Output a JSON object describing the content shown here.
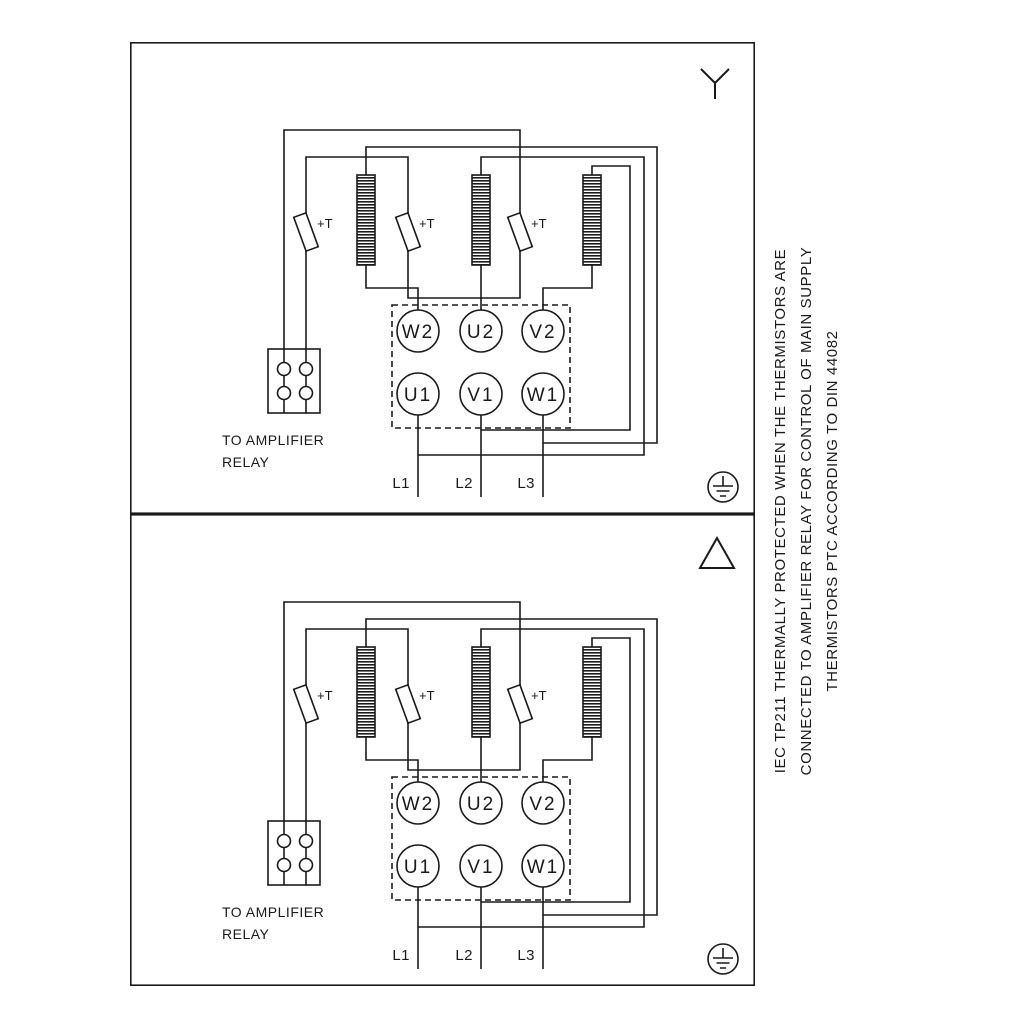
{
  "page": {
    "background": "#ffffff",
    "line_color": "#1a1a1a"
  },
  "side_note": {
    "line1": "IEC TP211 THERMALLY PROTECTED WHEN THE THERMISTORS ARE",
    "line2": "CONNECTED TO AMPLIFIER RELAY FOR CONTROL OF MAIN SUPPLY",
    "line3": "THERMISTORS PTC ACCORDING TO DIN 44082"
  },
  "panels": [
    {
      "connection": "star",
      "connection_icon": "star-connection-icon",
      "relay_label_line1": "TO AMPLIFIER",
      "relay_label_line2": "RELAY",
      "thermistor_label": "+T",
      "terminals_top": [
        "W2",
        "U2",
        "V2"
      ],
      "terminals_bottom": [
        "U1",
        "V1",
        "W1"
      ],
      "supply_lines": [
        "L1",
        "L2",
        "L3"
      ]
    },
    {
      "connection": "delta",
      "connection_icon": "delta-connection-icon",
      "relay_label_line1": "TO AMPLIFIER",
      "relay_label_line2": "RELAY",
      "thermistor_label": "+T",
      "terminals_top": [
        "W2",
        "U2",
        "V2"
      ],
      "terminals_bottom": [
        "U1",
        "V1",
        "W1"
      ],
      "supply_lines": [
        "L1",
        "L2",
        "L3"
      ]
    }
  ]
}
